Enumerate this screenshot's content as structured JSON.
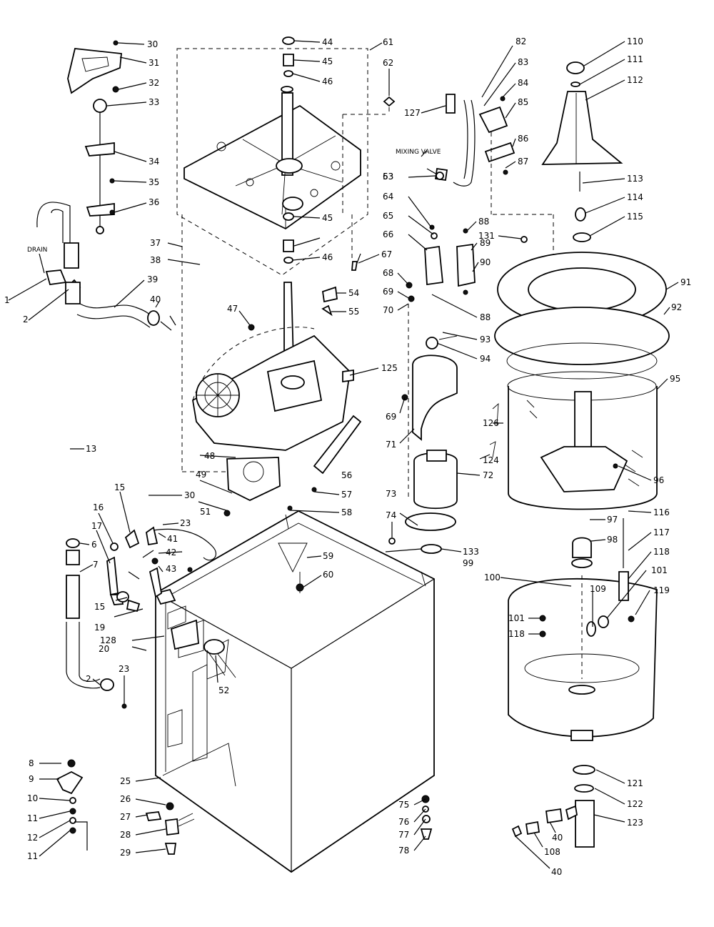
{
  "diagram": {
    "annotations": {
      "drain": "DRAIN",
      "mixing_valve": "MIXING VALVE"
    },
    "callouts": [
      "30",
      "31",
      "32",
      "33",
      "34",
      "35",
      "36",
      "37",
      "38",
      "39",
      "40",
      "2",
      "1",
      "44",
      "45",
      "46",
      "45",
      "46",
      "61",
      "62",
      "53",
      "54",
      "55",
      "47",
      "82",
      "83",
      "84",
      "85",
      "86",
      "87",
      "127",
      "63",
      "64",
      "65",
      "66",
      "67",
      "68",
      "69",
      "70",
      "88",
      "131",
      "89",
      "90",
      "88",
      "93",
      "94",
      "125",
      "69",
      "71",
      "126",
      "124",
      "56",
      "57",
      "58",
      "72",
      "73",
      "74",
      "99",
      "133",
      "110",
      "111",
      "112",
      "113",
      "114",
      "115",
      "91",
      "92",
      "95",
      "96",
      "97",
      "98",
      "116",
      "117",
      "118",
      "101",
      "119",
      "100",
      "109",
      "101",
      "118",
      "13",
      "15",
      "30",
      "16",
      "23",
      "17",
      "41",
      "42",
      "43",
      "6",
      "7",
      "15",
      "19",
      "128",
      "20",
      "2",
      "23",
      "48",
      "49",
      "51",
      "59",
      "60",
      "52",
      "8",
      "9",
      "10",
      "11",
      "12",
      "11",
      "25",
      "26",
      "27",
      "28",
      "29",
      "75",
      "76",
      "77",
      "78",
      "121",
      "122",
      "123",
      "40",
      "108",
      "40"
    ]
  }
}
